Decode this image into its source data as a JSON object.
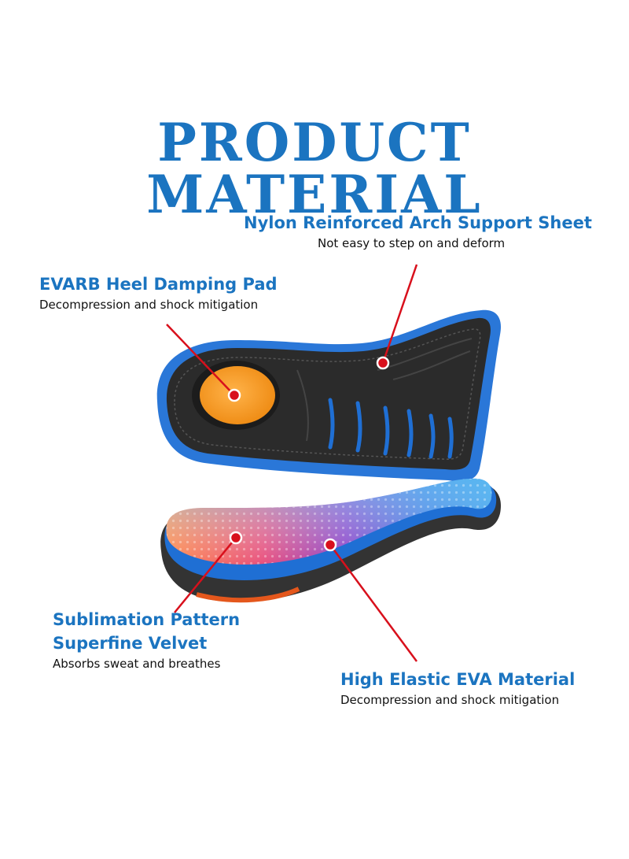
{
  "title": "PRODUCT MATERIAL",
  "callouts": {
    "nylon": {
      "heading": "Nylon Reinforced Arch Support Sheet",
      "desc": "Not easy to step on and deform"
    },
    "evarb": {
      "heading": "EVARB Heel Damping Pad",
      "desc": "Decompression and shock mitigation"
    },
    "sublimation": {
      "heading_line1": "Sublimation Pattern",
      "heading_line2": "Superfine Velvet",
      "desc": "Absorbs sweat and breathes"
    },
    "eva": {
      "heading": "High Elastic EVA Material",
      "desc": "Decompression and shock mitigation"
    }
  },
  "colors": {
    "accent": "#1b74c0",
    "pointer": "#d8101c",
    "insole_black": "#2a2a2a",
    "insole_blue": "#1f6fd4",
    "heel_pad": "#f39a1f"
  }
}
